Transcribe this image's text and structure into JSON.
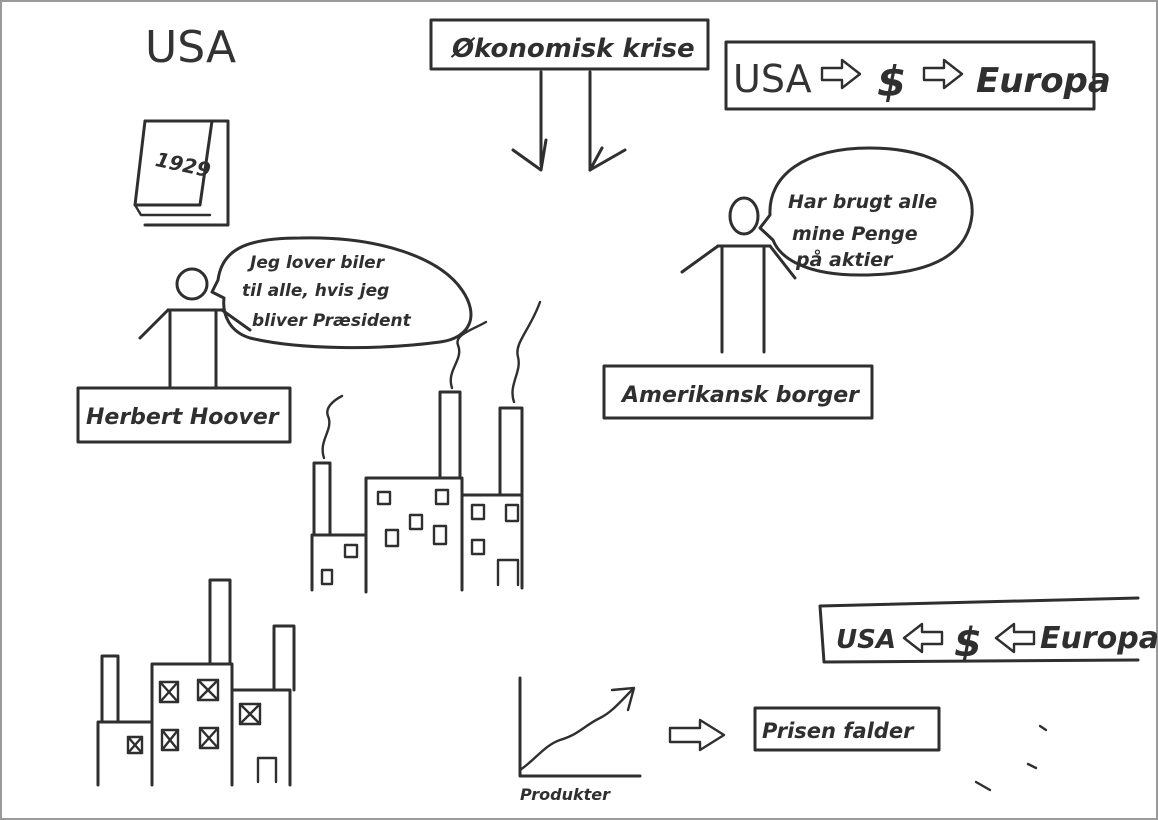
{
  "title": "USA",
  "crisis_label": "Økonomisk krise",
  "flow_top": {
    "from": "USA",
    "symbol": "$",
    "to": "Europa"
  },
  "flow_bottom": {
    "from": "USA",
    "symbol": "$",
    "to": "Europa"
  },
  "calendar_year": "1929",
  "hoover_speech": [
    "Jeg lover biler",
    "til alle, hvis jeg",
    "bliver Præsident"
  ],
  "hoover_label": "Herbert Hoover",
  "citizen_speech": [
    "Har brugt alle",
    "mine Penge",
    "på aktier"
  ],
  "citizen_label": "Amerikansk borger",
  "graph_xlabel": "Produkter",
  "price_label": "Prisen falder",
  "colors": {
    "ink": "#2f2f2f",
    "paper": "#ffffff",
    "frame": "#9a9a9a"
  },
  "icons": [
    "calendar-icon",
    "person-icon",
    "factory-icon",
    "arrow-right-icon",
    "arrow-left-icon",
    "dollar-icon",
    "line-chart-icon",
    "speech-bubble-icon"
  ]
}
